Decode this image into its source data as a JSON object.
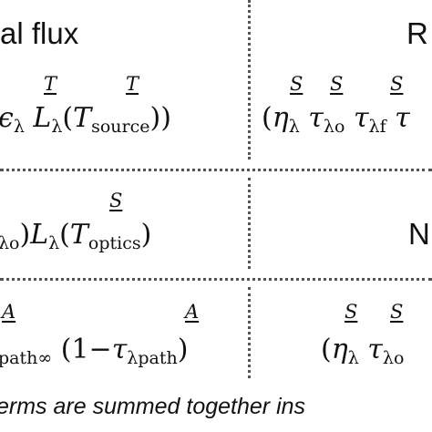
{
  "headers": {
    "left": "al flux",
    "right": "R"
  },
  "row1": {
    "left_accents": [
      "T",
      "T"
    ],
    "left_expr": {
      "epsilon": "ϵ",
      "eps_sub": "λ",
      "L": "L",
      "L_sub": "λ",
      "open": "(",
      "T": "T",
      "T_sub": "source",
      "close": "))"
    },
    "right_accents": [
      "S",
      "S",
      "S"
    ],
    "right_expr": {
      "open": "(",
      "eta": "η",
      "eta_sub": "λ",
      "tau1": "τ",
      "tau1_sub": "λo",
      "tau2": "τ",
      "tau2_sub": "λf",
      "tau3": "τ"
    }
  },
  "row2": {
    "left_accent": "S",
    "left_expr": {
      "prefix": "λo",
      "close": ")",
      "L": "L",
      "L_sub": "λ",
      "open": "(",
      "T": "T",
      "T_sub": "optics",
      "close2": ")"
    },
    "right_text": "N"
  },
  "row3": {
    "left_accents": [
      "A",
      "A"
    ],
    "left_expr": {
      "prefix": "path∞",
      "open": "(1−",
      "tau": "τ",
      "tau_sub": "λpath",
      "close": ")"
    },
    "right_accents": [
      "S",
      "S"
    ],
    "right_expr": {
      "open": "(",
      "eta": "η",
      "eta_sub": "λ",
      "tau": "τ",
      "tau_sub": "λo"
    }
  },
  "footer": "erms are summed together ins"
}
